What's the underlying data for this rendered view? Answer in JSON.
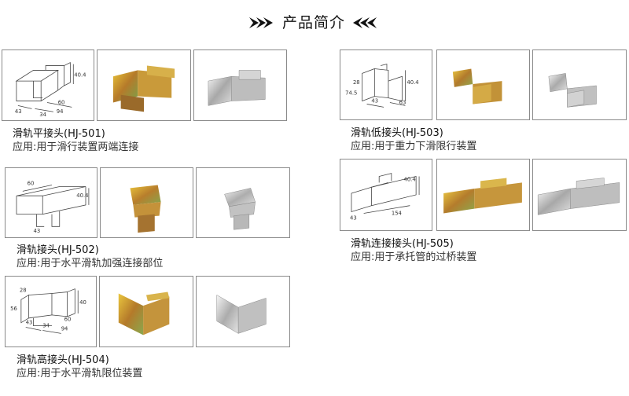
{
  "header": {
    "title": "产品简介"
  },
  "products": [
    {
      "title": "滑轨平接头(HJ-501)",
      "desc": "应用:用于滑行装置两端连接",
      "dims": [
        "40.4",
        "43",
        "34",
        "60",
        "94"
      ]
    },
    {
      "title": "滑轨接头(HJ-502)",
      "desc": "应用:用于水平滑轨加强连接部位",
      "dims": [
        "60",
        "40.4",
        "43"
      ]
    },
    {
      "title": "滑轨高接头(HJ-504)",
      "desc": "应用:用于水平滑轨限位装置",
      "dims": [
        "28",
        "56",
        "40",
        "43",
        "34",
        "60",
        "94"
      ]
    },
    {
      "title": "滑轨低接头(HJ-503)",
      "desc": "应用:用于重力下滑限行装置",
      "dims": [
        "28",
        "40.4",
        "74.5",
        "43",
        "63"
      ]
    },
    {
      "title": "滑轨连接接头(HJ-505)",
      "desc": "应用:用于承托管的过桥装置",
      "dims": [
        "40.4",
        "43",
        "154"
      ]
    }
  ]
}
